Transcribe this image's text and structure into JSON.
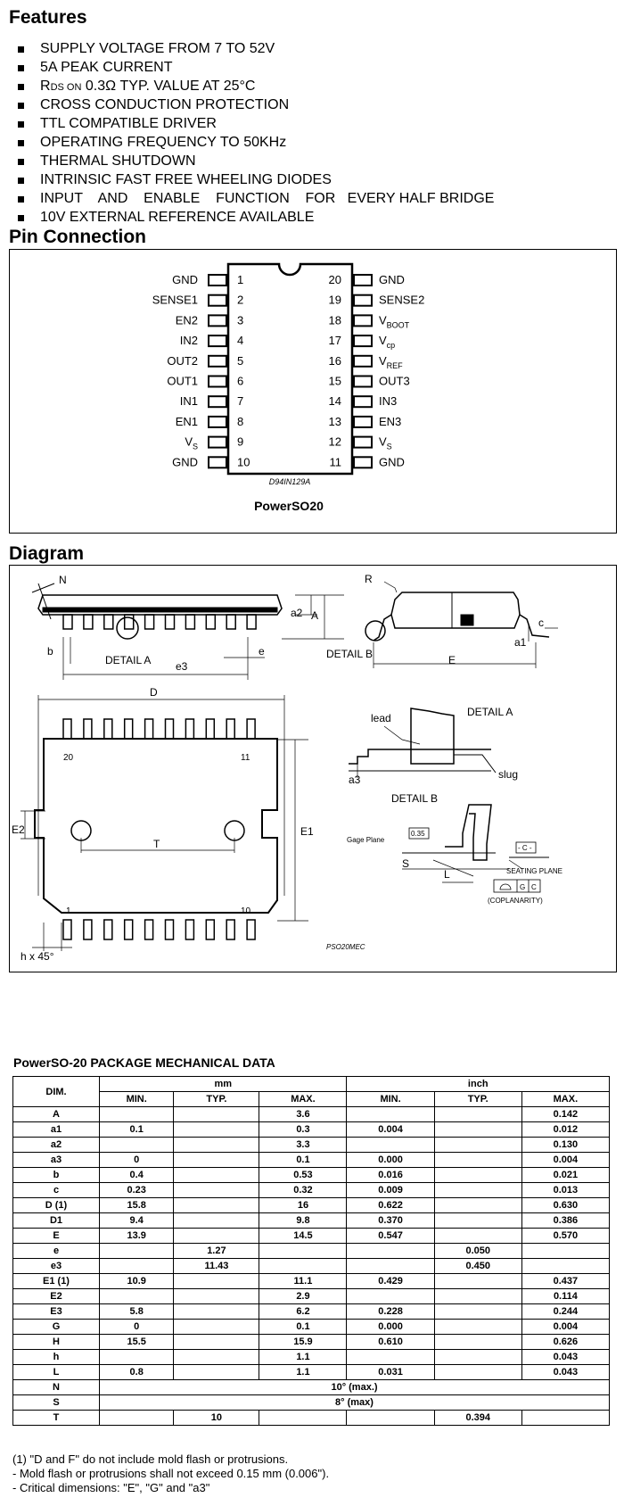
{
  "features": {
    "title": "Features",
    "items": [
      "SUPPLY VOLTAGE FROM 7 TO 52V",
      "5A PEAK CURRENT",
      "R",
      "CROSS CONDUCTION PROTECTION",
      "TTL COMPATIBLE DRIVER",
      "OPERATING FREQUENCY TO 50KHz",
      "THERMAL SHUTDOWN",
      "INTRINSIC FAST FREE WHEELING DIODES",
      "INPUT    AND    ENABLE    FUNCTION    FOR   EVERY HALF BRIDGE",
      "10V EXTERNAL REFERENCE AVAILABLE"
    ],
    "rds": {
      "r": "R",
      "sub": "DS ON",
      "rest": " 0.3Ω TYP. VALUE AT 25°C"
    }
  },
  "pin_connection": {
    "title": "Pin Connection",
    "left": [
      {
        "num": "1",
        "name": "GND",
        "sub": ""
      },
      {
        "num": "2",
        "name": "SENSE1",
        "sub": ""
      },
      {
        "num": "3",
        "name": "EN2",
        "sub": ""
      },
      {
        "num": "4",
        "name": "IN2",
        "sub": ""
      },
      {
        "num": "5",
        "name": "OUT2",
        "sub": ""
      },
      {
        "num": "6",
        "name": "OUT1",
        "sub": ""
      },
      {
        "num": "7",
        "name": "IN1",
        "sub": ""
      },
      {
        "num": "8",
        "name": "EN1",
        "sub": ""
      },
      {
        "num": "9",
        "name": "V",
        "sub": "S"
      },
      {
        "num": "10",
        "name": "GND",
        "sub": ""
      }
    ],
    "right": [
      {
        "num": "20",
        "name": "GND",
        "sub": ""
      },
      {
        "num": "19",
        "name": "SENSE2",
        "sub": ""
      },
      {
        "num": "18",
        "name": "V",
        "sub": "BOOT"
      },
      {
        "num": "17",
        "name": "V",
        "sub": "cp"
      },
      {
        "num": "16",
        "name": "V",
        "sub": "REF"
      },
      {
        "num": "15",
        "name": "OUT3",
        "sub": ""
      },
      {
        "num": "14",
        "name": "IN3",
        "sub": ""
      },
      {
        "num": "13",
        "name": "EN3",
        "sub": ""
      },
      {
        "num": "12",
        "name": "V",
        "sub": "S"
      },
      {
        "num": "11",
        "name": "GND",
        "sub": ""
      }
    ],
    "drawing_code": "D94IN129A",
    "package": "PowerSO20"
  },
  "diagram": {
    "title": "Diagram",
    "labels": {
      "n": "N",
      "a2": "a2",
      "a": "A",
      "b": "b",
      "detail_a": "DETAIL A",
      "e3": "e3",
      "e": "e",
      "r": "R",
      "c": "c",
      "a1": "a1",
      "detail_b": "DETAIL B",
      "E": "E",
      "d": "D",
      "pin20": "20",
      "pin11": "11",
      "pin1": "1",
      "pin10": "10",
      "e2": "E2",
      "t": "T",
      "e1": "E1",
      "h45": "h x 45°",
      "code": "PSO20MEC",
      "lead": "lead",
      "detail_a2": "DETAIL A",
      "slug": "slug",
      "a3": "a3",
      "detail_b2": "DETAIL B",
      "gage": "Gage Plane",
      "gage_val": "0.35",
      "s": "S",
      "l": "L",
      "c_ref": "- C -",
      "seating": "SEATING PLANE",
      "g": "G",
      "c2": "C",
      "coplanarity": "(COPLANARITY)"
    }
  },
  "mechanical": {
    "title": "PowerSO-20 PACKAGE MECHANICAL DATA",
    "dim_header": "DIM.",
    "mm_header": "mm",
    "inch_header": "inch",
    "sub_headers": [
      "MIN.",
      "TYP.",
      "MAX.",
      "MIN.",
      "TYP.",
      "MAX."
    ],
    "rows": [
      {
        "dim": "A",
        "v": [
          "",
          "",
          "3.6",
          "",
          "",
          "0.142"
        ]
      },
      {
        "dim": "a1",
        "v": [
          "0.1",
          "",
          "0.3",
          "0.004",
          "",
          "0.012"
        ]
      },
      {
        "dim": "a2",
        "v": [
          "",
          "",
          "3.3",
          "",
          "",
          "0.130"
        ]
      },
      {
        "dim": "a3",
        "v": [
          "0",
          "",
          "0.1",
          "0.000",
          "",
          "0.004"
        ]
      },
      {
        "dim": "b",
        "v": [
          "0.4",
          "",
          "0.53",
          "0.016",
          "",
          "0.021"
        ]
      },
      {
        "dim": "c",
        "v": [
          "0.23",
          "",
          "0.32",
          "0.009",
          "",
          "0.013"
        ]
      },
      {
        "dim": "D (1)",
        "v": [
          "15.8",
          "",
          "16",
          "0.622",
          "",
          "0.630"
        ]
      },
      {
        "dim": "D1",
        "v": [
          "9.4",
          "",
          "9.8",
          "0.370",
          "",
          "0.386"
        ]
      },
      {
        "dim": "E",
        "v": [
          "13.9",
          "",
          "14.5",
          "0.547",
          "",
          "0.570"
        ]
      },
      {
        "dim": "e",
        "v": [
          "",
          "1.27",
          "",
          "",
          "0.050",
          ""
        ]
      },
      {
        "dim": "e3",
        "v": [
          "",
          "11.43",
          "",
          "",
          "0.450",
          ""
        ]
      },
      {
        "dim": "E1 (1)",
        "v": [
          "10.9",
          "",
          "11.1",
          "0.429",
          "",
          "0.437"
        ]
      },
      {
        "dim": "E2",
        "v": [
          "",
          "",
          "2.9",
          "",
          "",
          "0.114"
        ]
      },
      {
        "dim": "E3",
        "v": [
          "5.8",
          "",
          "6.2",
          "0.228",
          "",
          "0.244"
        ]
      },
      {
        "dim": "G",
        "v": [
          "0",
          "",
          "0.1",
          "0.000",
          "",
          "0.004"
        ]
      },
      {
        "dim": "H",
        "v": [
          "15.5",
          "",
          "15.9",
          "0.610",
          "",
          "0.626"
        ]
      },
      {
        "dim": "h",
        "v": [
          "",
          "",
          "1.1",
          "",
          "",
          "0.043"
        ]
      },
      {
        "dim": "L",
        "v": [
          "0.8",
          "",
          "1.1",
          "0.031",
          "",
          "0.043"
        ]
      }
    ],
    "span_rows": [
      {
        "dim": "N",
        "text": "10° (max.)"
      },
      {
        "dim": "S",
        "text": "8° (max)"
      }
    ],
    "last_row": {
      "dim": "T",
      "v": [
        "",
        "10",
        "",
        "",
        "0.394",
        ""
      ]
    }
  },
  "notes": [
    "(1) \"D and F\" do not include mold flash or protrusions.",
    "- Mold flash or protrusions shall not exceed 0.15 mm (0.006\").",
    "- Critical dimensions: \"E\", \"G\" and \"a3\""
  ]
}
